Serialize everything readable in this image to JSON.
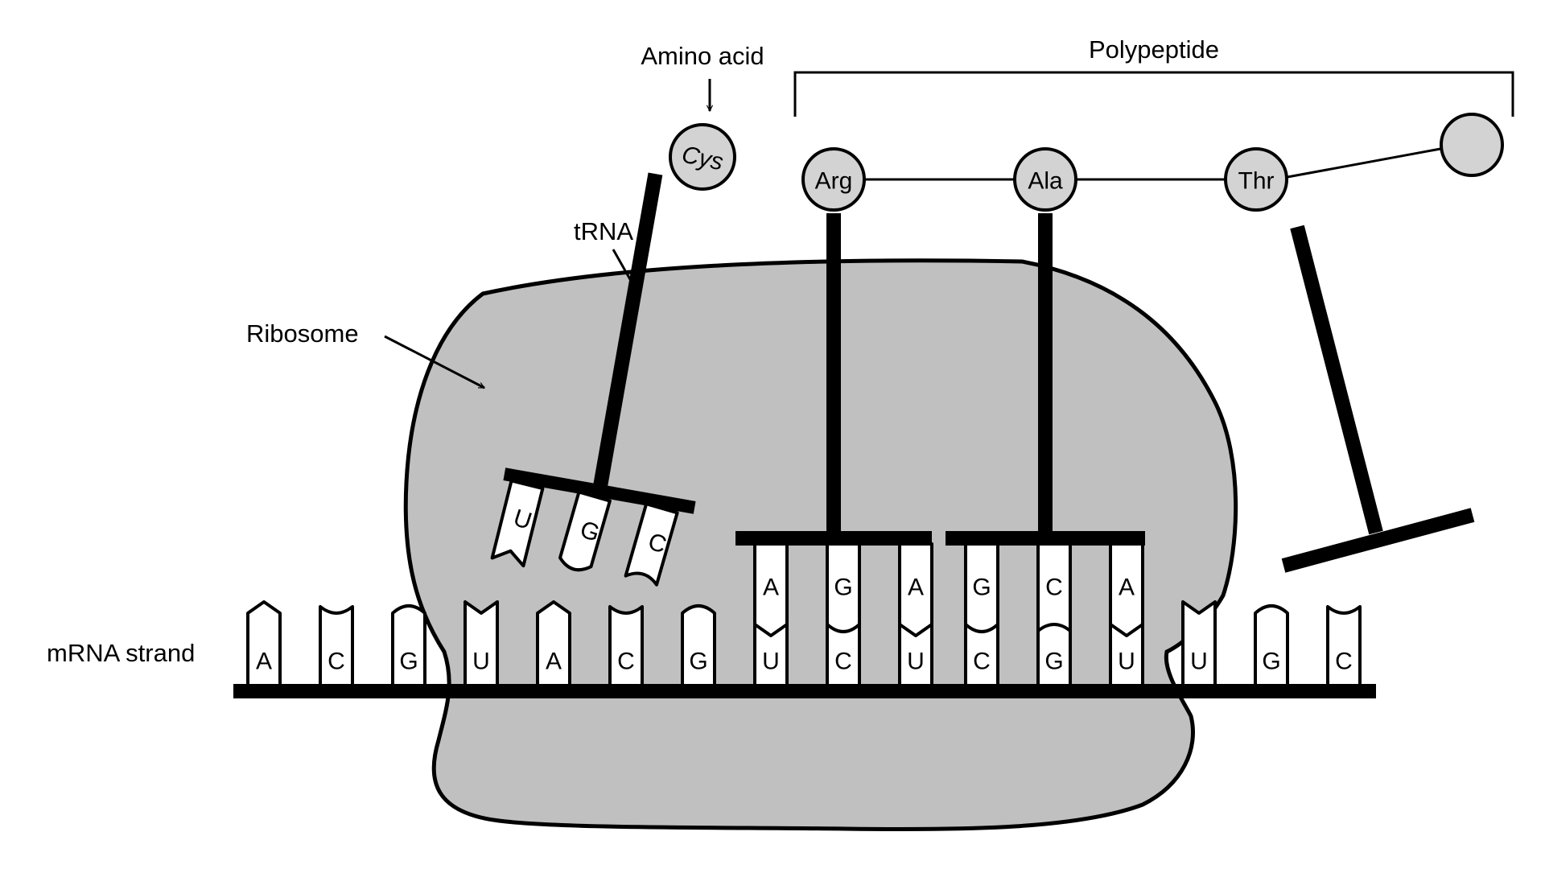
{
  "labels": {
    "amino_acid": "Amino acid",
    "polypeptide": "Polypeptide",
    "trna": "tRNA",
    "ribosome": "Ribosome",
    "mrna_strand": "mRNA strand"
  },
  "mrna_bases": [
    "A",
    "C",
    "G",
    "U",
    "A",
    "C",
    "G",
    "U",
    "C",
    "U",
    "C",
    "G",
    "U",
    "U",
    "G",
    "C"
  ],
  "incoming_trna": {
    "amino_acid": "Cys",
    "anticodon": [
      "U",
      "G",
      "C"
    ]
  },
  "bound_trnas": [
    {
      "amino_acid": "Arg",
      "anticodon": [
        "A",
        "G",
        "A"
      ]
    },
    {
      "amino_acid": "Ala",
      "anticodon": [
        "G",
        "C",
        "A"
      ]
    }
  ],
  "released_trna": {
    "amino_acid": "Thr"
  },
  "polypeptide_end": {
    "amino_acid": ""
  },
  "colors": {
    "ribosome": "#c0c0c0",
    "amino_acid": "#d3d3d3",
    "stroke": "#000000",
    "base_fill": "#ffffff"
  }
}
